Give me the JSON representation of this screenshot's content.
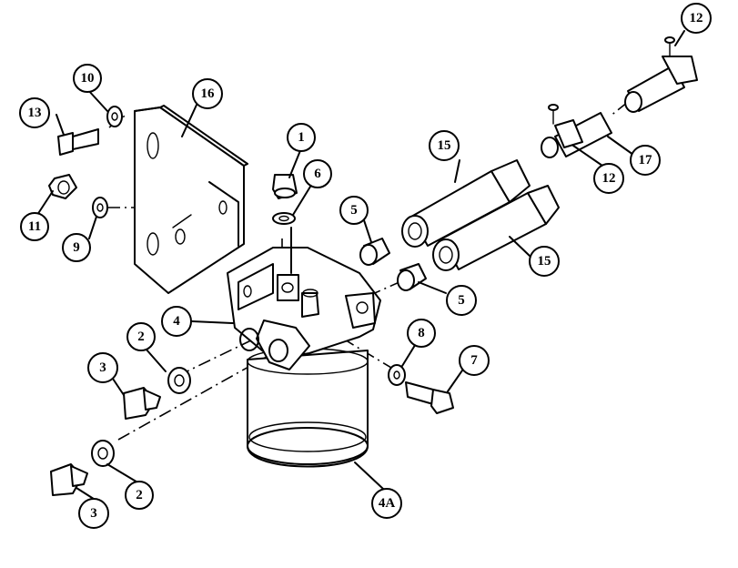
{
  "callouts": {
    "c1": "1",
    "c2a": "2",
    "c2b": "2",
    "c3a": "3",
    "c3b": "3",
    "c4": "4",
    "c4a": "4A",
    "c5a": "5",
    "c5b": "5",
    "c6": "6",
    "c7": "7",
    "c8": "8",
    "c9": "9",
    "c10": "10",
    "c11": "11",
    "c12a": "12",
    "c12b": "12",
    "c13": "13",
    "c15a": "15",
    "c15b": "15",
    "c16": "16",
    "c17": "17"
  }
}
